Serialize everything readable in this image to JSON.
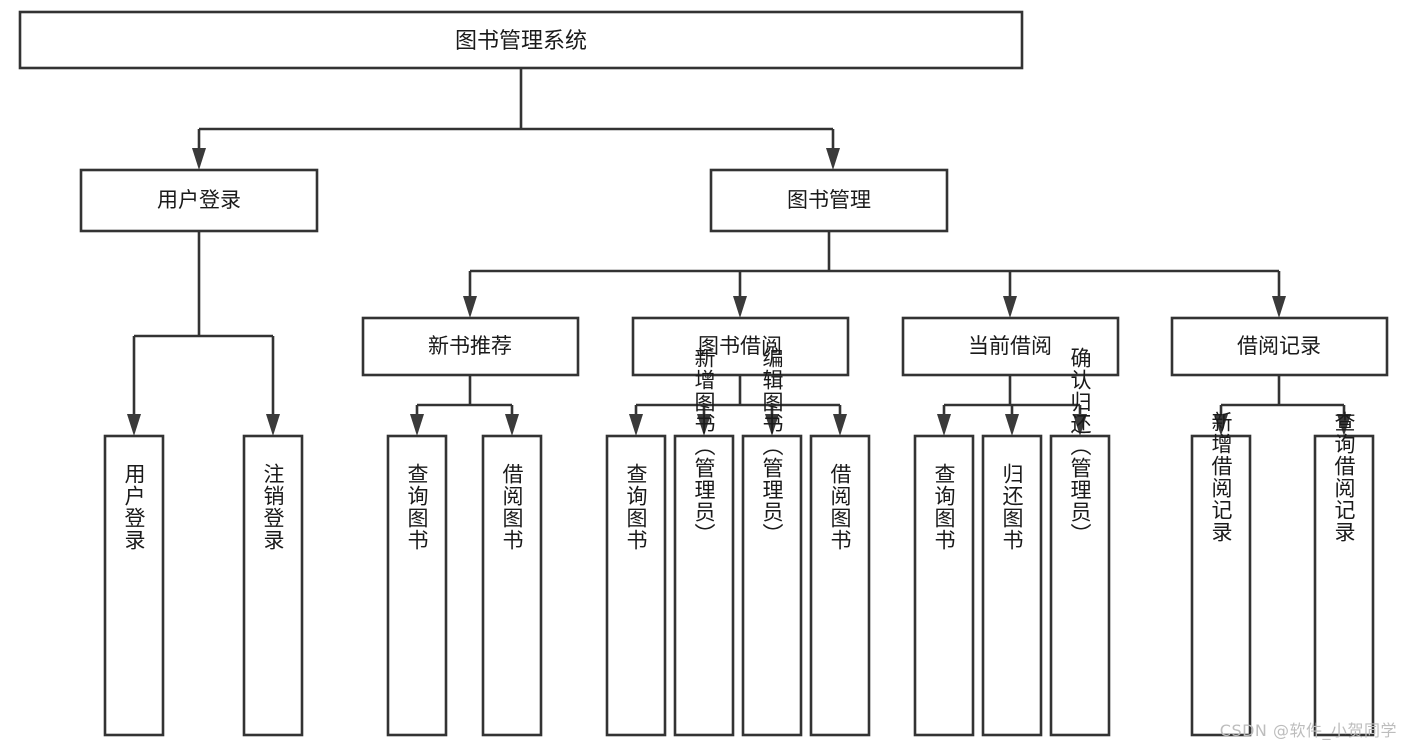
{
  "diagram": {
    "title": "图书管理系统",
    "type": "hierarchy-tree",
    "root": {
      "label": "图书管理系统",
      "id": "root-system"
    },
    "level2": [
      {
        "id": "user-login",
        "label": "用户登录"
      },
      {
        "id": "book-manage",
        "label": "图书管理"
      }
    ],
    "level3": [
      {
        "id": "new-book-recommend",
        "label": "新书推荐",
        "parent": "book-manage"
      },
      {
        "id": "book-borrow",
        "label": "图书借阅",
        "parent": "book-manage"
      },
      {
        "id": "current-borrow",
        "label": "当前借阅",
        "parent": "book-manage"
      },
      {
        "id": "borrow-record",
        "label": "借阅记录",
        "parent": "book-manage"
      }
    ],
    "leaves": {
      "user_login": [
        {
          "id": "leaf-user-login",
          "label": "用户登录"
        },
        {
          "id": "leaf-logout-login",
          "label": "注销登录"
        }
      ],
      "new_book_recommend": [
        {
          "id": "leaf-query-book-1",
          "label": "查询图书"
        },
        {
          "id": "leaf-borrow-book-1",
          "label": "借阅图书"
        }
      ],
      "book_borrow": [
        {
          "id": "leaf-query-book-2",
          "label": "查询图书"
        },
        {
          "id": "leaf-add-book",
          "label": "新增图书（管理员）"
        },
        {
          "id": "leaf-edit-book",
          "label": "编辑图书（管理员）"
        },
        {
          "id": "leaf-borrow-book-2",
          "label": "借阅图书"
        }
      ],
      "current_borrow": [
        {
          "id": "leaf-query-book-3",
          "label": "查询图书"
        },
        {
          "id": "leaf-return-book",
          "label": "归还图书"
        },
        {
          "id": "leaf-confirm-return",
          "label": "确认归还（管理员）"
        }
      ],
      "borrow_record": [
        {
          "id": "leaf-add-record",
          "label": "新增借阅记录"
        },
        {
          "id": "leaf-query-record",
          "label": "查询借阅记录"
        }
      ]
    }
  },
  "watermark": {
    "text": "CSDN @软件_小贺同学"
  },
  "colors": {
    "box_stroke": "#333333",
    "box_fill": "#ffffff",
    "text": "#1a1a1a",
    "watermark": "#bdbdbd",
    "background": "#ffffff"
  }
}
